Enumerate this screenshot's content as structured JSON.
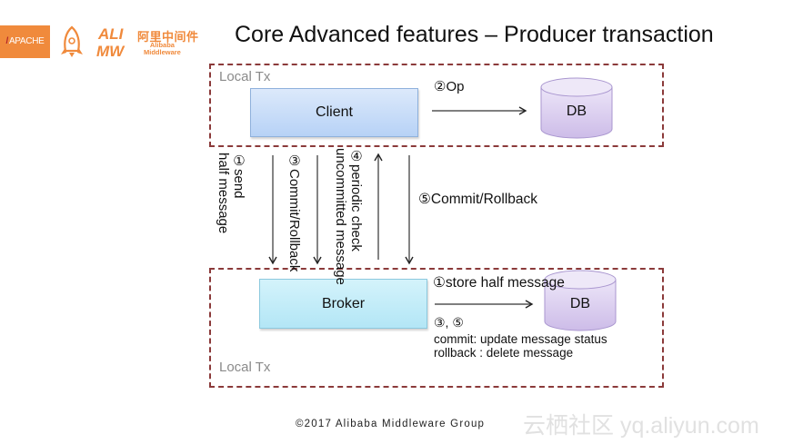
{
  "header": {
    "logos": {
      "apache": "APACHE",
      "alibaba_cn": "阿里中间件",
      "alibaba_en_line1": "Alibaba",
      "alibaba_en_line2": "Middleware"
    },
    "title": "Core Advanced features – Producer transaction"
  },
  "diagram": {
    "top_box": {
      "label": "Local Tx",
      "client": "Client",
      "db": "DB",
      "op_label": "②Op"
    },
    "bottom_box": {
      "label": "Local Tx",
      "broker": "Broker",
      "db": "DB",
      "store_label": "①store half message",
      "steps_label": "③,   ⑤",
      "commit_label": "commit: update message status",
      "rollback_label": "rollback : delete message"
    },
    "arrows": {
      "send_half_line1": "①send",
      "send_half_line2": "half message",
      "commit_rollback_3": "③Commit/Rollback",
      "periodic_line1": "④periodic  check",
      "periodic_line2": "uncommitted message",
      "commit_rollback_5": "⑤Commit/Rollback"
    }
  },
  "footer": {
    "copyright": "©2017  Alibaba  Middleware  Group",
    "watermark": "云栖社区 yq.aliyun.com"
  },
  "colors": {
    "dashed_border": "#8b3a3a",
    "logo_orange": "#f08a3c",
    "client_fill": "#c6dbf8",
    "broker_fill": "#c2ecf8",
    "db_fill": "#dcd0ef"
  }
}
